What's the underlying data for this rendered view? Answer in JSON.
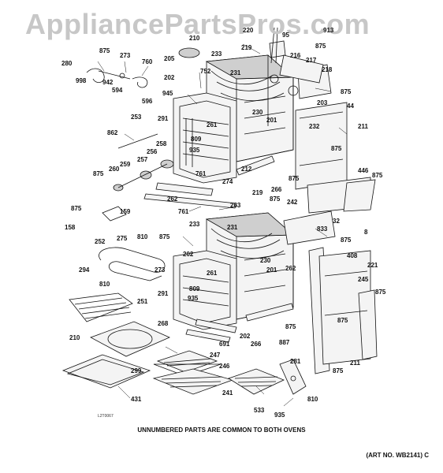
{
  "watermark": "AppliancePartsPros.com",
  "caption": "UNNUMBERED PARTS ARE COMMON TO BOTH OVENS",
  "art_number": "(ART NO. WB2141) C",
  "drawing_stamp": "L2T0067",
  "callouts": [
    {
      "id": "c-210a",
      "text": "210"
    },
    {
      "id": "c-205",
      "text": "205"
    },
    {
      "id": "c-233a",
      "text": "233"
    },
    {
      "id": "c-752",
      "text": "752"
    },
    {
      "id": "c-231a",
      "text": "231"
    },
    {
      "id": "c-219a",
      "text": "219"
    },
    {
      "id": "c-220",
      "text": "220"
    },
    {
      "id": "c-95",
      "text": "95"
    },
    {
      "id": "c-913",
      "text": "913"
    },
    {
      "id": "c-875a",
      "text": "875"
    },
    {
      "id": "c-216",
      "text": "216"
    },
    {
      "id": "c-217",
      "text": "217"
    },
    {
      "id": "c-218",
      "text": "218"
    },
    {
      "id": "c-875b",
      "text": "875"
    },
    {
      "id": "c-203",
      "text": "203"
    },
    {
      "id": "c-44",
      "text": "44"
    },
    {
      "id": "c-280",
      "text": "280"
    },
    {
      "id": "c-875c",
      "text": "875"
    },
    {
      "id": "c-273a",
      "text": "273"
    },
    {
      "id": "c-760",
      "text": "760"
    },
    {
      "id": "c-998",
      "text": "998"
    },
    {
      "id": "c-942",
      "text": "942"
    },
    {
      "id": "c-594",
      "text": "594"
    },
    {
      "id": "c-596",
      "text": "596"
    },
    {
      "id": "c-202a",
      "text": "202"
    },
    {
      "id": "c-945",
      "text": "945"
    },
    {
      "id": "c-230a",
      "text": "230"
    },
    {
      "id": "c-201a",
      "text": "201"
    },
    {
      "id": "c-232",
      "text": "232"
    },
    {
      "id": "c-211a",
      "text": "211"
    },
    {
      "id": "c-253",
      "text": "253"
    },
    {
      "id": "c-291a",
      "text": "291"
    },
    {
      "id": "c-261a",
      "text": "261"
    },
    {
      "id": "c-862",
      "text": "862"
    },
    {
      "id": "c-258",
      "text": "258"
    },
    {
      "id": "c-809a",
      "text": "809"
    },
    {
      "id": "c-935a",
      "text": "935"
    },
    {
      "id": "c-256",
      "text": "256"
    },
    {
      "id": "c-875d",
      "text": "875"
    },
    {
      "id": "c-257",
      "text": "257"
    },
    {
      "id": "c-259",
      "text": "259"
    },
    {
      "id": "c-761a",
      "text": "761"
    },
    {
      "id": "c-875e",
      "text": "875"
    },
    {
      "id": "c-260",
      "text": "260"
    },
    {
      "id": "c-274",
      "text": "274"
    },
    {
      "id": "c-212",
      "text": "212"
    },
    {
      "id": "c-875f",
      "text": "875"
    },
    {
      "id": "c-446",
      "text": "446"
    },
    {
      "id": "c-875g",
      "text": "875"
    },
    {
      "id": "c-266a",
      "text": "266"
    },
    {
      "id": "c-262a",
      "text": "262"
    },
    {
      "id": "c-263",
      "text": "263"
    },
    {
      "id": "c-219b",
      "text": "219"
    },
    {
      "id": "c-875h",
      "text": "875"
    },
    {
      "id": "c-242",
      "text": "242"
    },
    {
      "id": "c-875i",
      "text": "875"
    },
    {
      "id": "c-761b",
      "text": "761"
    },
    {
      "id": "c-159",
      "text": "159"
    },
    {
      "id": "c-32",
      "text": "32"
    },
    {
      "id": "c-233b",
      "text": "233"
    },
    {
      "id": "c-231b",
      "text": "231"
    },
    {
      "id": "c-833",
      "text": "833"
    },
    {
      "id": "c-8",
      "text": "8"
    },
    {
      "id": "c-158",
      "text": "158"
    },
    {
      "id": "c-275",
      "text": "275"
    },
    {
      "id": "c-875j",
      "text": "875"
    },
    {
      "id": "c-252",
      "text": "252"
    },
    {
      "id": "c-810a",
      "text": "810"
    },
    {
      "id": "c-875k",
      "text": "875"
    },
    {
      "id": "c-408",
      "text": "408"
    },
    {
      "id": "c-230b",
      "text": "230"
    },
    {
      "id": "c-221",
      "text": "221"
    },
    {
      "id": "c-262b",
      "text": "262"
    },
    {
      "id": "c-294",
      "text": "294"
    },
    {
      "id": "c-273b",
      "text": "273"
    },
    {
      "id": "c-201b",
      "text": "201"
    },
    {
      "id": "c-202b",
      "text": "202"
    },
    {
      "id": "c-261b",
      "text": "261"
    },
    {
      "id": "c-245",
      "text": "245"
    },
    {
      "id": "c-810b",
      "text": "810"
    },
    {
      "id": "c-875l",
      "text": "875"
    },
    {
      "id": "c-291b",
      "text": "291"
    },
    {
      "id": "c-809b",
      "text": "809"
    },
    {
      "id": "c-251",
      "text": "251"
    },
    {
      "id": "c-935b",
      "text": "935"
    },
    {
      "id": "c-875m",
      "text": "875"
    },
    {
      "id": "c-268",
      "text": "268"
    },
    {
      "id": "c-875n",
      "text": "875"
    },
    {
      "id": "c-887",
      "text": "887"
    },
    {
      "id": "c-210b",
      "text": "210"
    },
    {
      "id": "c-691",
      "text": "691"
    },
    {
      "id": "c-202c",
      "text": "202"
    },
    {
      "id": "c-266b",
      "text": "266"
    },
    {
      "id": "c-247",
      "text": "247"
    },
    {
      "id": "c-281",
      "text": "281"
    },
    {
      "id": "c-246",
      "text": "246"
    },
    {
      "id": "c-875o",
      "text": "875"
    },
    {
      "id": "c-211b",
      "text": "211"
    },
    {
      "id": "c-299",
      "text": "299"
    },
    {
      "id": "c-241",
      "text": "241"
    },
    {
      "id": "c-810c",
      "text": "810"
    },
    {
      "id": "c-431",
      "text": "431"
    },
    {
      "id": "c-533",
      "text": "533"
    },
    {
      "id": "c-935c",
      "text": "935"
    }
  ]
}
